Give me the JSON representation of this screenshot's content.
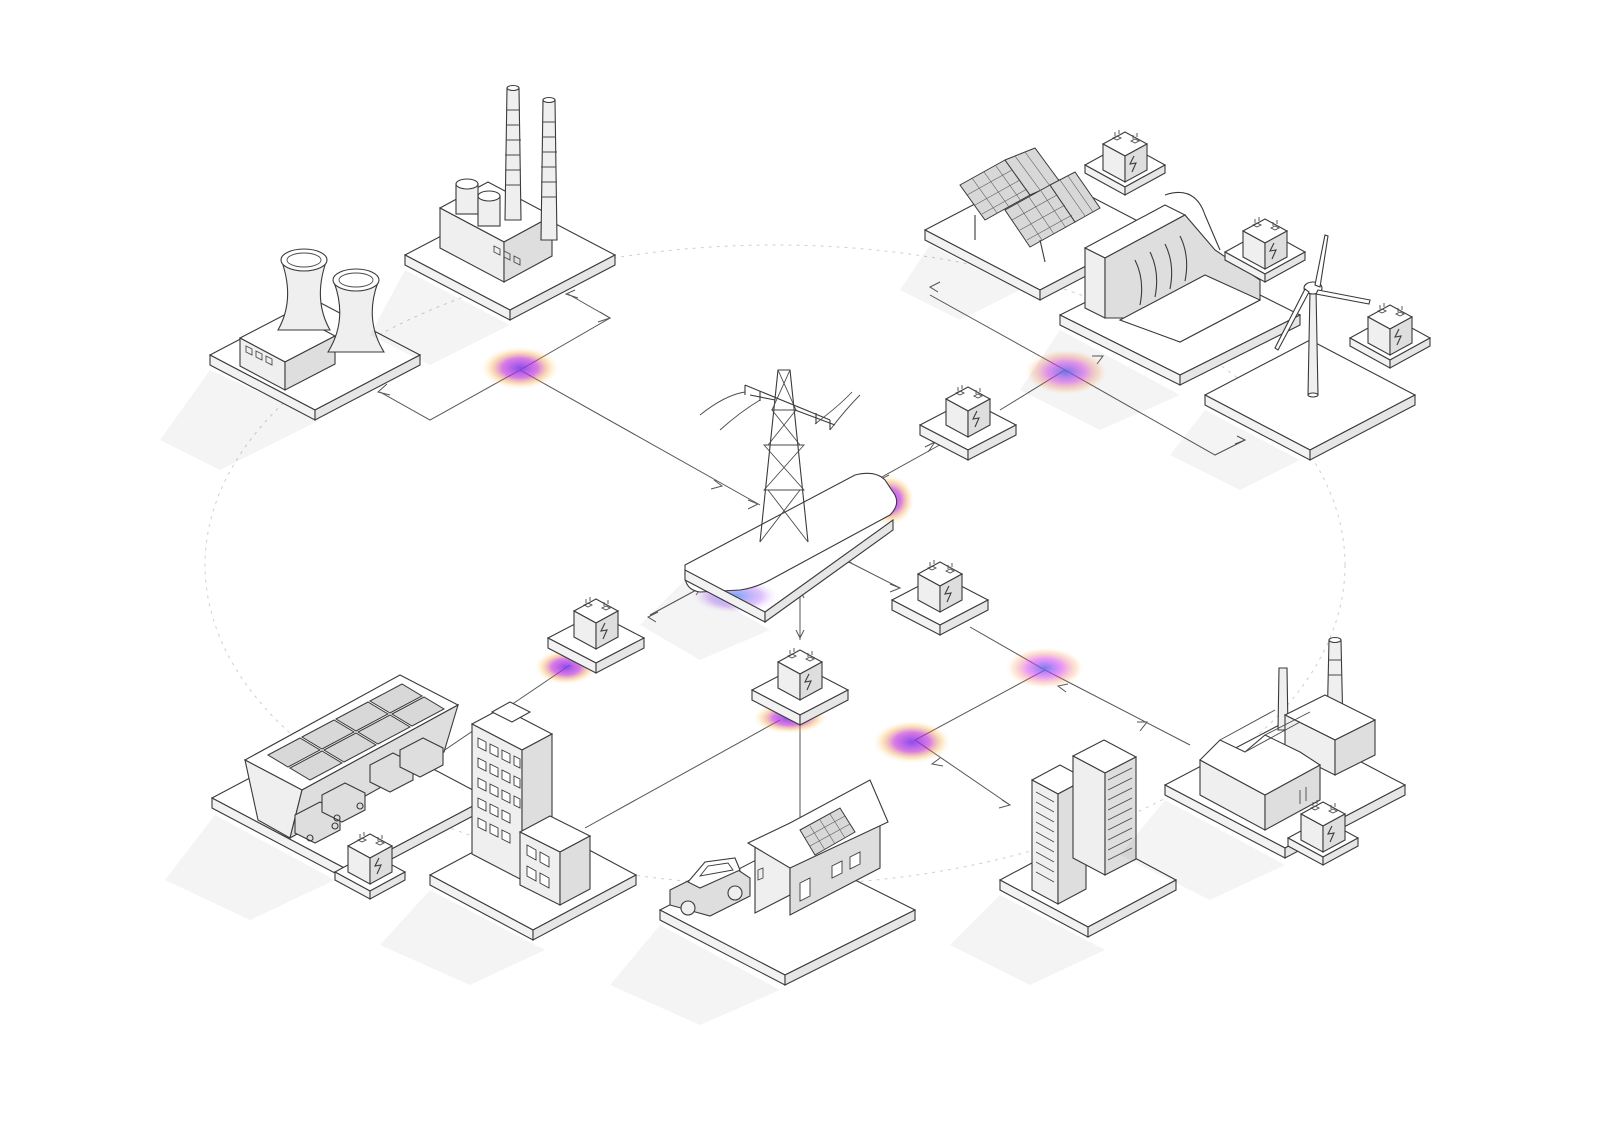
{
  "diagram": {
    "description_visible_text": "",
    "nodes": [
      {
        "id": "power-plants",
        "icon": "power-plant-icon"
      },
      {
        "id": "renewables",
        "icon": "renewable-energy-icon"
      },
      {
        "id": "transmission-tower",
        "icon": "transmission-tower-icon"
      },
      {
        "id": "logistics-warehouse",
        "icon": "warehouse-icon"
      },
      {
        "id": "office-buildings",
        "icon": "office-building-icon"
      },
      {
        "id": "residential-home",
        "icon": "house-icon"
      },
      {
        "id": "data-center",
        "icon": "server-rack-icon"
      },
      {
        "id": "industrial-factory",
        "icon": "factory-icon"
      }
    ],
    "battery_icon": "battery-icon",
    "glow_colors": [
      "#c026d3",
      "#8b5cf6",
      "#f59e0b",
      "#3b82f6"
    ],
    "line_color": "#555555"
  }
}
